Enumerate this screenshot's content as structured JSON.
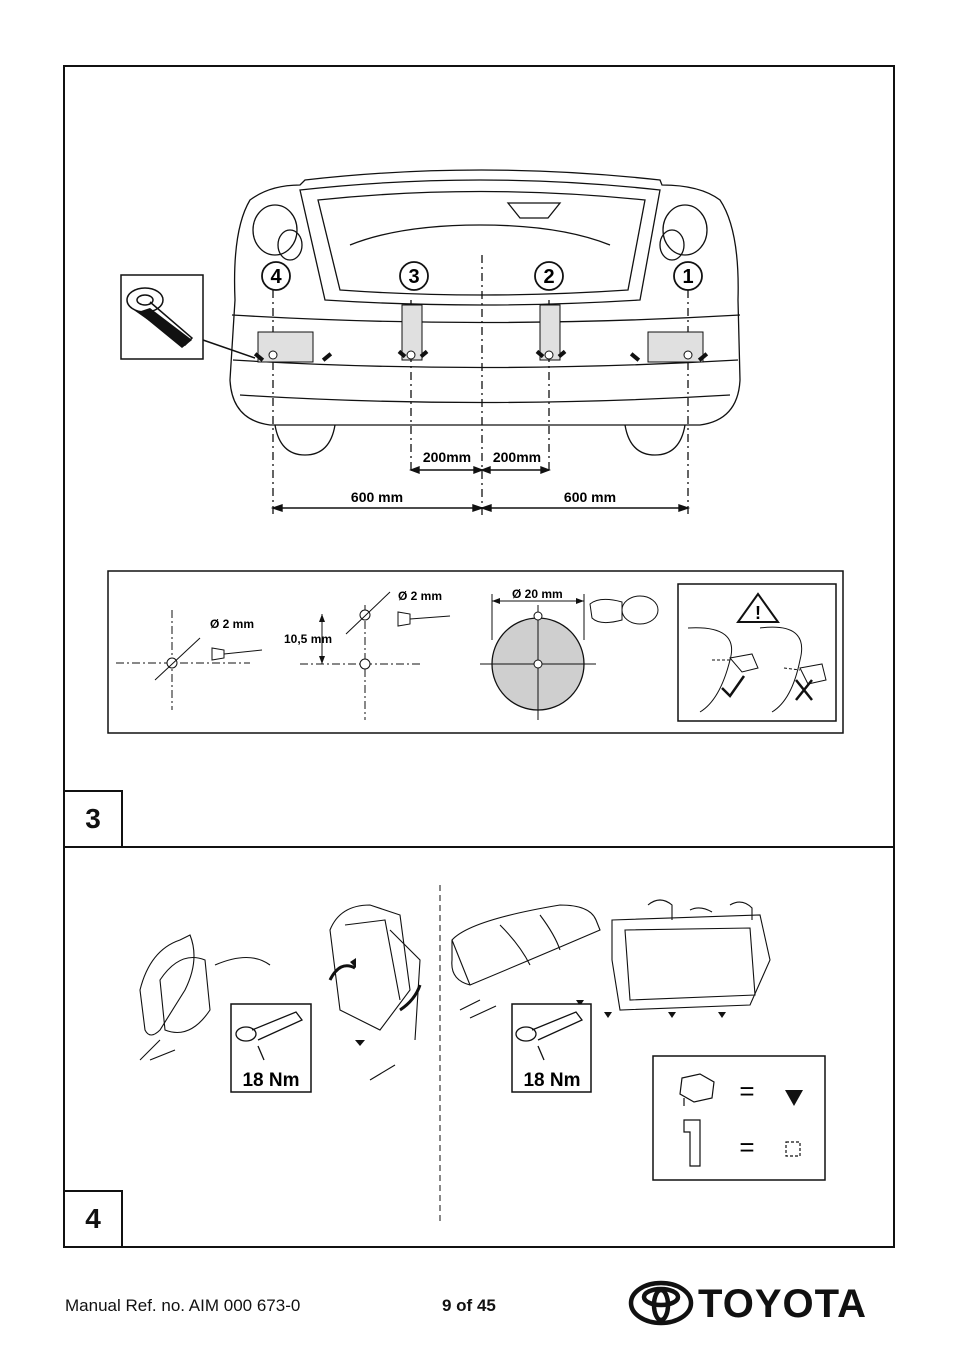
{
  "step3": {
    "number": "3",
    "positions": [
      "4",
      "3",
      "2",
      "1"
    ],
    "dim_inner_left": "200mm",
    "dim_inner_right": "200mm",
    "dim_outer_left": "600 mm",
    "dim_outer_right": "600 mm",
    "drill_a_diameter": "Ø 2 mm",
    "drill_b_diameter": "Ø 2 mm",
    "drill_b_spacing": "10,5 mm",
    "hole_saw_diameter": "Ø 20 mm"
  },
  "step4": {
    "number": "4",
    "torque_left": "18 Nm",
    "torque_right": "18 Nm",
    "legend_equals_1": "=",
    "legend_equals_2": "="
  },
  "footer": {
    "manual_ref": "Manual Ref. no. AIM 000 673-0",
    "page": "9 of 45",
    "brand": "TOYOTA"
  },
  "colors": {
    "line": "#111111",
    "fill_gray": "#cfcfcf",
    "shade": "#e6e6e6"
  }
}
